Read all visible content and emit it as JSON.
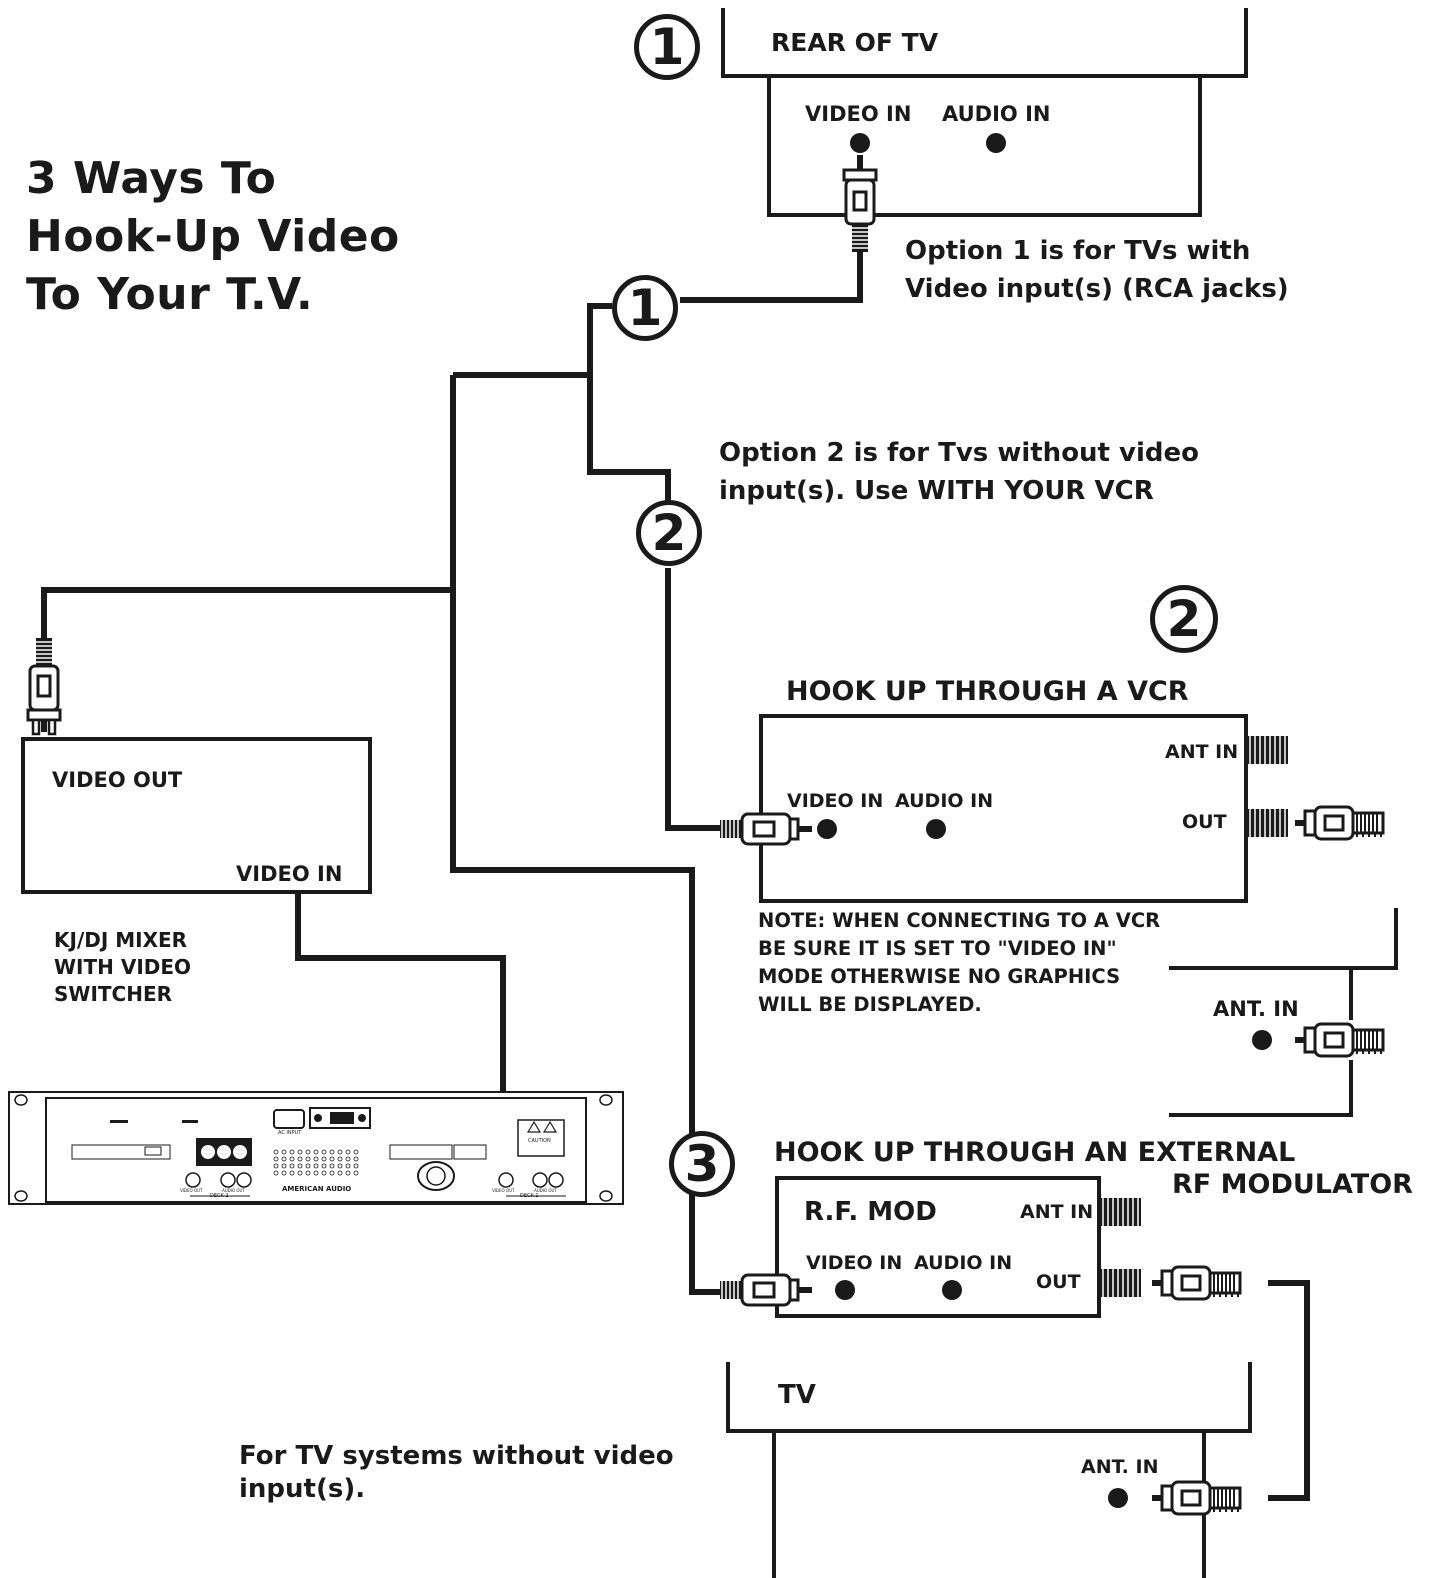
{
  "title": {
    "line1": "3 Ways To",
    "line2": "Hook-Up Video",
    "line3": "To Your T.V."
  },
  "option1": {
    "marker": "1",
    "box_title": "REAR OF TV",
    "video_in": "VIDEO IN",
    "audio_in": "AUDIO IN",
    "desc_line1": "Option 1 is for TVs with",
    "desc_line2": "Video input(s) (RCA jacks)"
  },
  "option2": {
    "marker": "2",
    "desc_line1": "Option 2 is for Tvs without video",
    "desc_line2": "input(s). Use WITH YOUR VCR",
    "heading": "HOOK UP THROUGH A VCR",
    "ant_in": "ANT IN",
    "out": "OUT",
    "video_in": "VIDEO IN",
    "audio_in": "AUDIO IN",
    "note_line1": "NOTE: WHEN CONNECTING TO A VCR",
    "note_line2": "BE SURE IT IS SET TO \"VIDEO IN\"",
    "note_line3": "MODE OTHERWISE NO GRAPHICS",
    "note_line4": "WILL BE DISPLAYED.",
    "tv_ant_in": "ANT. IN"
  },
  "option3": {
    "marker": "3",
    "heading_line1": "HOOK UP THROUGH AN EXTERNAL",
    "heading_line2": "RF MODULATOR",
    "box_title": "R.F. MOD",
    "ant_in": "ANT IN",
    "video_in": "VIDEO IN",
    "audio_in": "AUDIO IN",
    "out": "OUT",
    "tv_title": "TV",
    "tv_ant_in": "ANT. IN",
    "desc_line1": "For TV systems without video",
    "desc_line2": "input(s)."
  },
  "mixer": {
    "video_out": "VIDEO OUT",
    "video_in": "VIDEO IN",
    "label_line1": "KJ/DJ MIXER",
    "label_line2": "WITH VIDEO",
    "label_line3": "SWITCHER",
    "brand": "AMERICAN AUDIO",
    "deck1": "DECK 1",
    "deck2": "DECK 2",
    "caution": "CAUTION",
    "ac_input": "AC INPUT",
    "panel_video_out": "VIDEO OUT",
    "panel_audio_out": "AUDIO OUT"
  },
  "colors": {
    "ink": "#1a1a1a",
    "paper": "#ffffff"
  }
}
